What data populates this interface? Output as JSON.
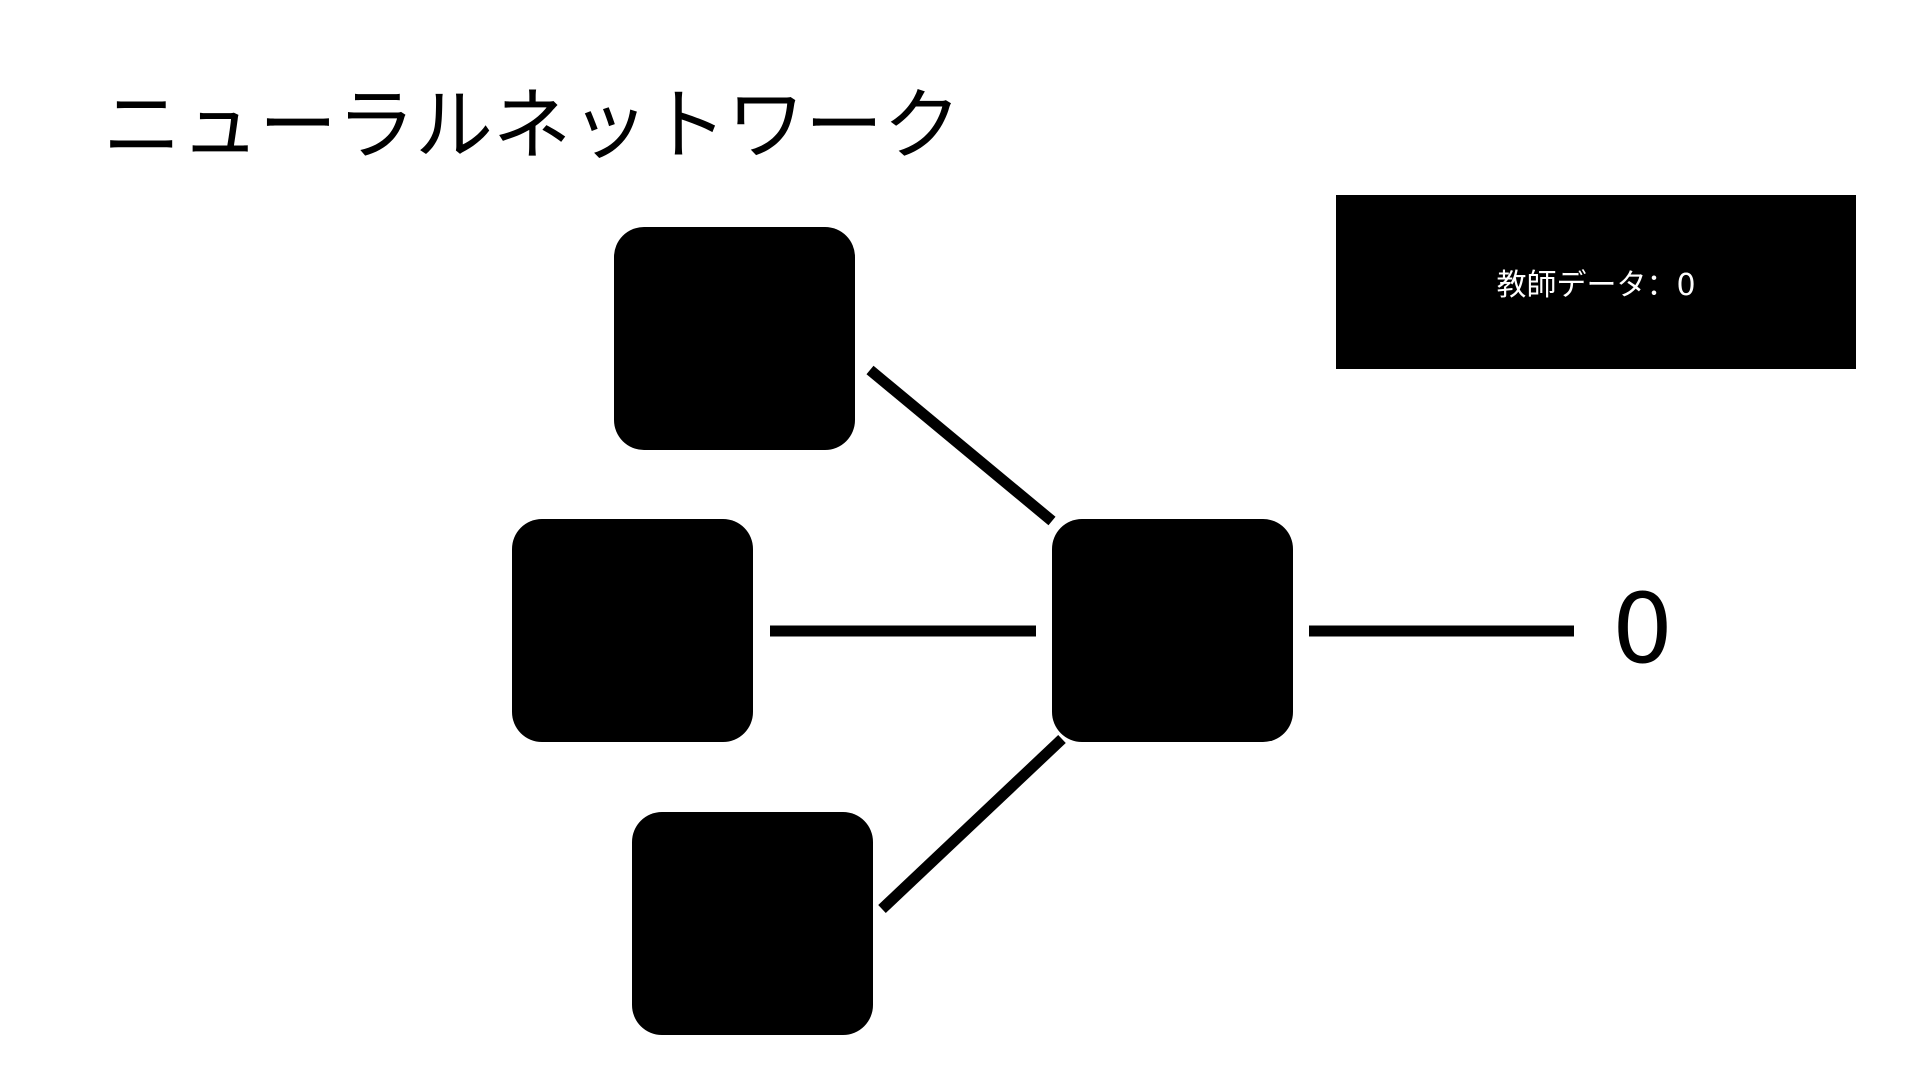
{
  "title": "ニューラルネットワーク",
  "teacher_data": {
    "label": "教師データ：0"
  },
  "output": {
    "value": "0"
  },
  "colors": {
    "background": "#ffffff",
    "node": "#000000",
    "edge": "#000000",
    "teacher_box": "#000000",
    "teacher_text": "#ffffff"
  },
  "diagram": {
    "nodes": [
      {
        "id": "input-top",
        "role": "input"
      },
      {
        "id": "input-middle",
        "role": "input"
      },
      {
        "id": "input-bottom",
        "role": "input"
      },
      {
        "id": "output-neuron",
        "role": "output"
      }
    ],
    "edges": [
      {
        "from": "input-top",
        "to": "output-neuron"
      },
      {
        "from": "input-middle",
        "to": "output-neuron"
      },
      {
        "from": "input-bottom",
        "to": "output-neuron"
      },
      {
        "from": "output-neuron",
        "to": "output-value"
      }
    ]
  }
}
